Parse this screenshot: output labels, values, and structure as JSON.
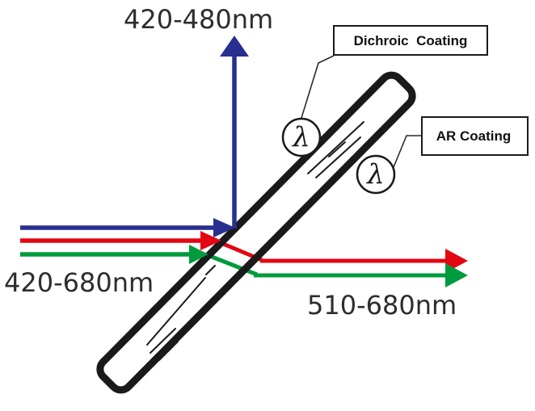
{
  "figure": {
    "description": "Dichroic beamsplitter diagram",
    "labels": {
      "reflected_band": "420-480nm",
      "input_band": "420-680nm",
      "transmitted_band": "510-680nm",
      "dichroic_coating": "Dichroic  Coating",
      "ar_coating": "AR Coating",
      "lambda_symbol": "λ"
    },
    "colors": {
      "blue_ray": "#282F8F",
      "red_ray": "#E30613",
      "green_ray": "#009B3C",
      "outline_color": "#1A1A1A",
      "text_color": "#2D2D2D"
    }
  }
}
